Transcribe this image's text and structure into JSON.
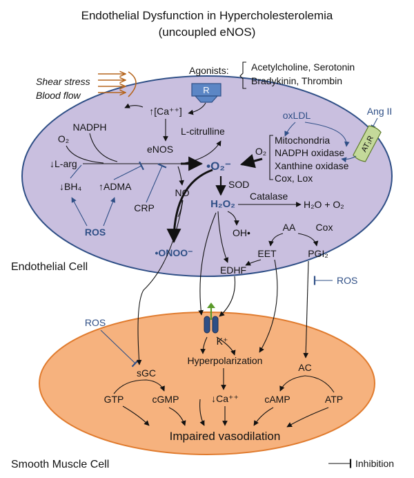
{
  "title": {
    "line1": "Endothelial Dysfunction in Hypercholesterolemia",
    "line2": "(uncoupled eNOS)"
  },
  "inputs": {
    "shear_stress": "Shear stress",
    "blood_flow": "Blood flow",
    "agonists_label": "Agonists:",
    "agonists_line1": "Acetylcholine, Serotonin",
    "agonists_line2": "Bradykinin, Thrombin",
    "receptor": "R",
    "ang2": "Ang II",
    "at1r": "AT₁R",
    "oxldl": "oxLDL"
  },
  "endothelial": {
    "cell_label": "Endothelial Cell",
    "ca": "↑[Ca⁺⁺]",
    "nadph": "NADPH",
    "o2_left": "O₂",
    "larg": "↓L-arg",
    "citrulline": "L-citrulline",
    "enos": "eNOS",
    "bh4": "↓BH₄",
    "adma": "↑ADMA",
    "crp": "CRP",
    "no": "NO",
    "ros": "ROS",
    "superoxide": "•O₂⁻",
    "o2_right": "O₂",
    "sources": [
      "Mitochondria",
      "NADPH oxidase",
      "Xanthine oxidase",
      "Cox, Lox"
    ],
    "sod": "SOD",
    "h2o2": "H₂O₂",
    "catalase": "Catalase",
    "h2o_o2": "H₂O + O₂",
    "oh": "OH•",
    "peroxynitrite": "•ONOO⁻",
    "aa": "AA",
    "cox": "Cox",
    "eet": "EET",
    "pgi2": "PGI₂",
    "edhf": "EDHF"
  },
  "between": {
    "ros_right": "ROS",
    "ros_left": "ROS"
  },
  "smooth": {
    "cell_label": "Smooth Muscle Cell",
    "k": "K⁺",
    "hyperpolarization": "Hyperpolarization",
    "sgc": "sGC",
    "gtp": "GTP",
    "cgmp": "cGMP",
    "ca_down": "↓Ca⁺⁺",
    "ac": "AC",
    "camp": "cAMP",
    "atp": "ATP",
    "outcome": "Impaired vasodilation"
  },
  "legend": {
    "inhibition": "Inhibition"
  },
  "colors": {
    "endothelial_fill": "#c9bfdf",
    "endothelial_stroke": "#2f4f86",
    "smooth_fill": "#f6b27e",
    "smooth_stroke": "#e07b2e",
    "receptor_fill": "#5b86c5",
    "at1r_fill": "#c4d99a",
    "accent_blue": "#2f4f86",
    "shear_arrow": "#b5651d"
  }
}
